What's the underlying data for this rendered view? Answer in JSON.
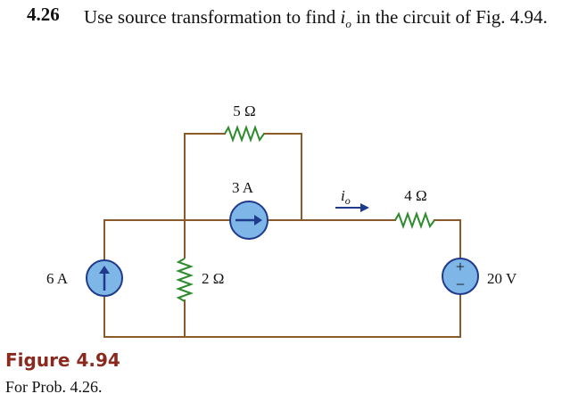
{
  "problem": {
    "number": "4.26",
    "text_before": "Use source transformation to find ",
    "var_main": "i",
    "var_sub": "o",
    "text_after": " in the circuit of Fig. 4.94."
  },
  "circuit": {
    "r_top_label": "5 Ω",
    "cs_mid_label": "3 A",
    "io_main": "i",
    "io_sub": "o",
    "r_right_label": "4 Ω",
    "cs_left_label": "6 A",
    "r_mid_label": "2 Ω",
    "vs_label": "20 V",
    "vs_plus": "+",
    "vs_minus": "−",
    "wire_color": "#8a5a2b",
    "source_fill": "#7fb6e8",
    "arrow_color": "#1f3a8a"
  },
  "figure": {
    "title": "Figure 4.94",
    "caption": "For Prob. 4.26."
  }
}
